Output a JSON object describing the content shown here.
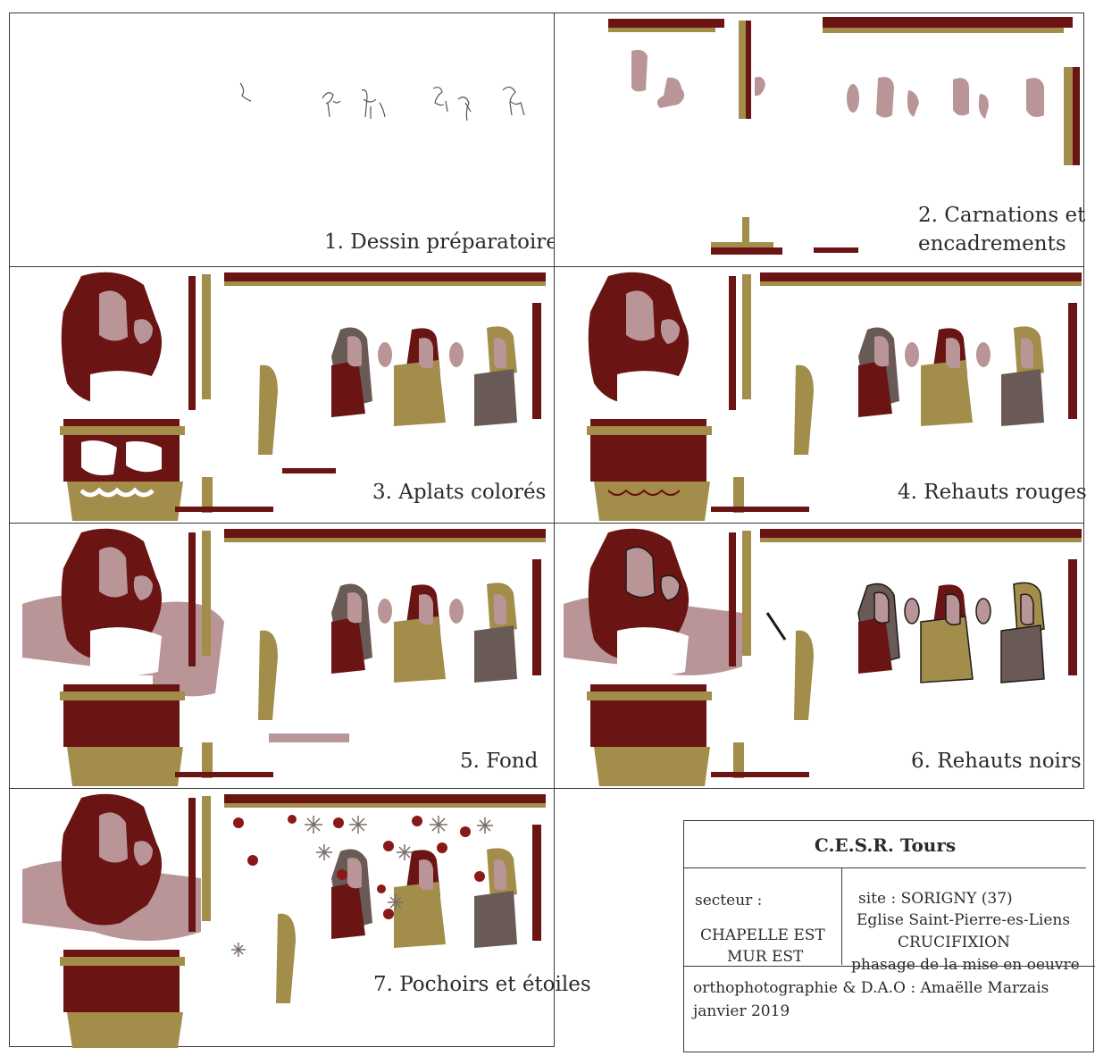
{
  "palette": {
    "dark_red": "#6b1414",
    "ochre": "#a38d4a",
    "pink": "#b99597",
    "dark_grey": "#6a5a56",
    "black": "#1e1a18",
    "star_grey": "#7a6f6a",
    "sketch": "#555555"
  },
  "panels": [
    {
      "id": 1,
      "caption": "1. Dessin préparatoire"
    },
    {
      "id": 2,
      "caption_lines": [
        "2. Carnations et",
        "encadrements"
      ]
    },
    {
      "id": 3,
      "caption": "3. Aplats colorés"
    },
    {
      "id": 4,
      "caption": "4. Rehauts rouges"
    },
    {
      "id": 5,
      "caption": "5. Fond"
    },
    {
      "id": 6,
      "caption": "6. Rehauts noirs"
    },
    {
      "id": 7,
      "caption": "7. Pochoirs et étoiles"
    }
  ],
  "cartouche": {
    "title": "C.E.S.R. Tours",
    "secteur_label": "secteur :",
    "secteur_lines": [
      "CHAPELLE EST",
      "MUR EST"
    ],
    "site_line": "site :  SORIGNY (37)",
    "church": "Eglise Saint-Pierre-es-Liens",
    "subject": "CRUCIFIXION",
    "phase": "phasage de la mise en oeuvre",
    "credits": "orthophotographie & D.A.O : Amaëlle Marzais",
    "date": "janvier 2019"
  }
}
